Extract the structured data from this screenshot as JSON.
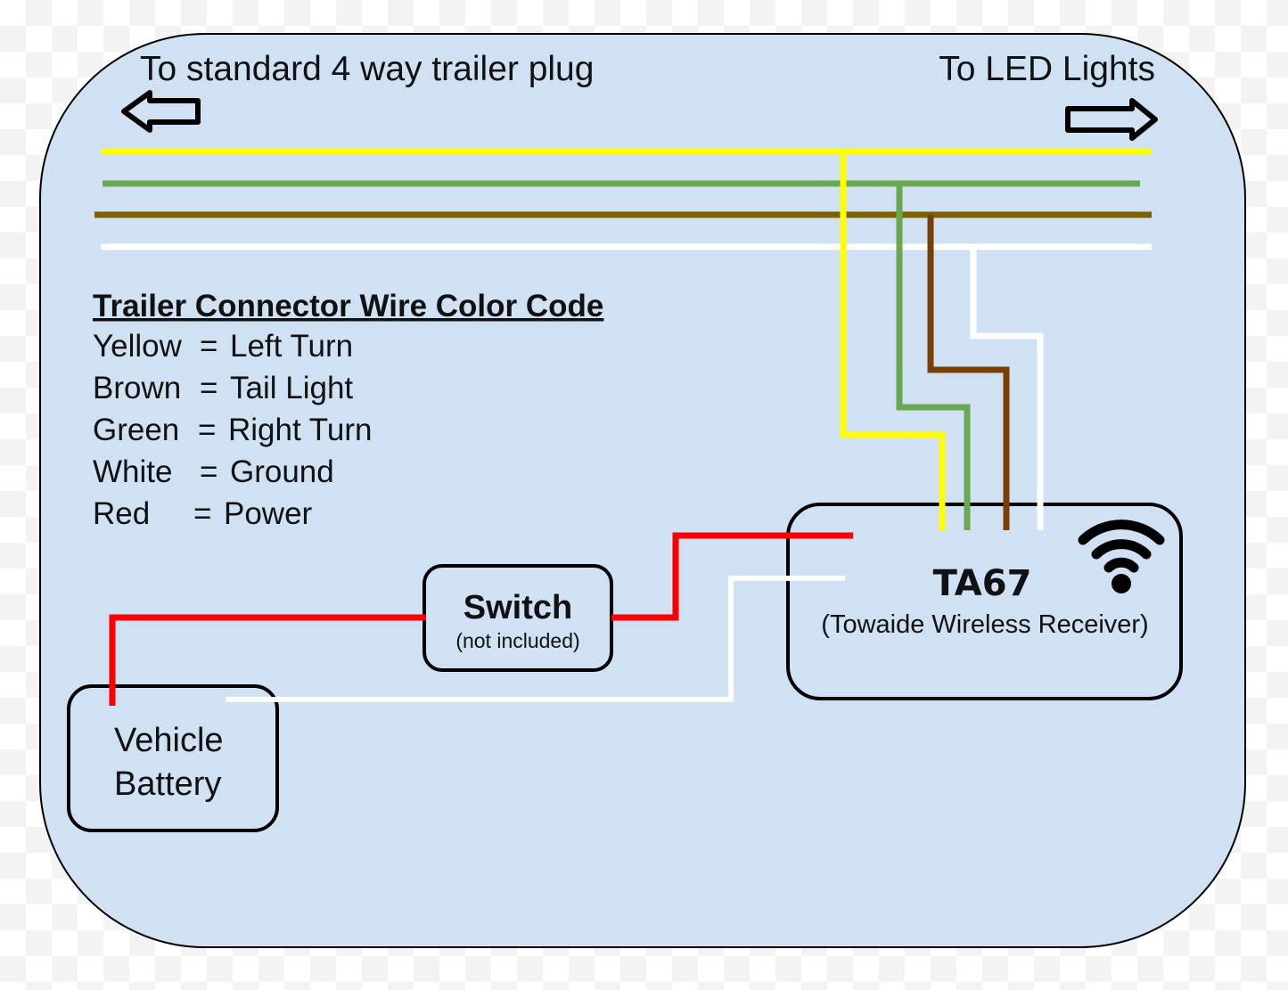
{
  "diagram": {
    "title_left": "To standard 4 way trailer plug",
    "title_right": "To LED Lights",
    "legend": {
      "title": "Trailer Connector Wire Color Code",
      "entries": [
        {
          "color_name": "Yellow",
          "sep": "=",
          "meaning": "Left Turn"
        },
        {
          "color_name": "Brown",
          "sep": "=",
          "meaning": "Tail Light"
        },
        {
          "color_name": "Green",
          "sep": "=",
          "meaning": "Right Turn"
        },
        {
          "color_name": "White",
          "sep": "=",
          "meaning": "Ground"
        },
        {
          "color_name": "Red",
          "sep": "=",
          "meaning": "Power"
        }
      ]
    },
    "components": {
      "switch": {
        "label": "Switch",
        "note": "(not included)"
      },
      "battery": {
        "line1": "Vehicle",
        "line2": "Battery"
      },
      "receiver": {
        "model": "TA67",
        "description": "(Towaide Wireless Receiver)",
        "icon": "wifi-icon"
      }
    },
    "icons": {
      "left": "arrow-left-icon",
      "right": "arrow-right-icon"
    },
    "colors": {
      "panel": "#cfe1f3",
      "yellow": "#ffff00",
      "green": "#6aa84f",
      "brown_bus": "#7f6000",
      "brown_drop": "#783f04",
      "white": "#ffffff",
      "red": "#ff0000",
      "outline": "#000000"
    }
  }
}
